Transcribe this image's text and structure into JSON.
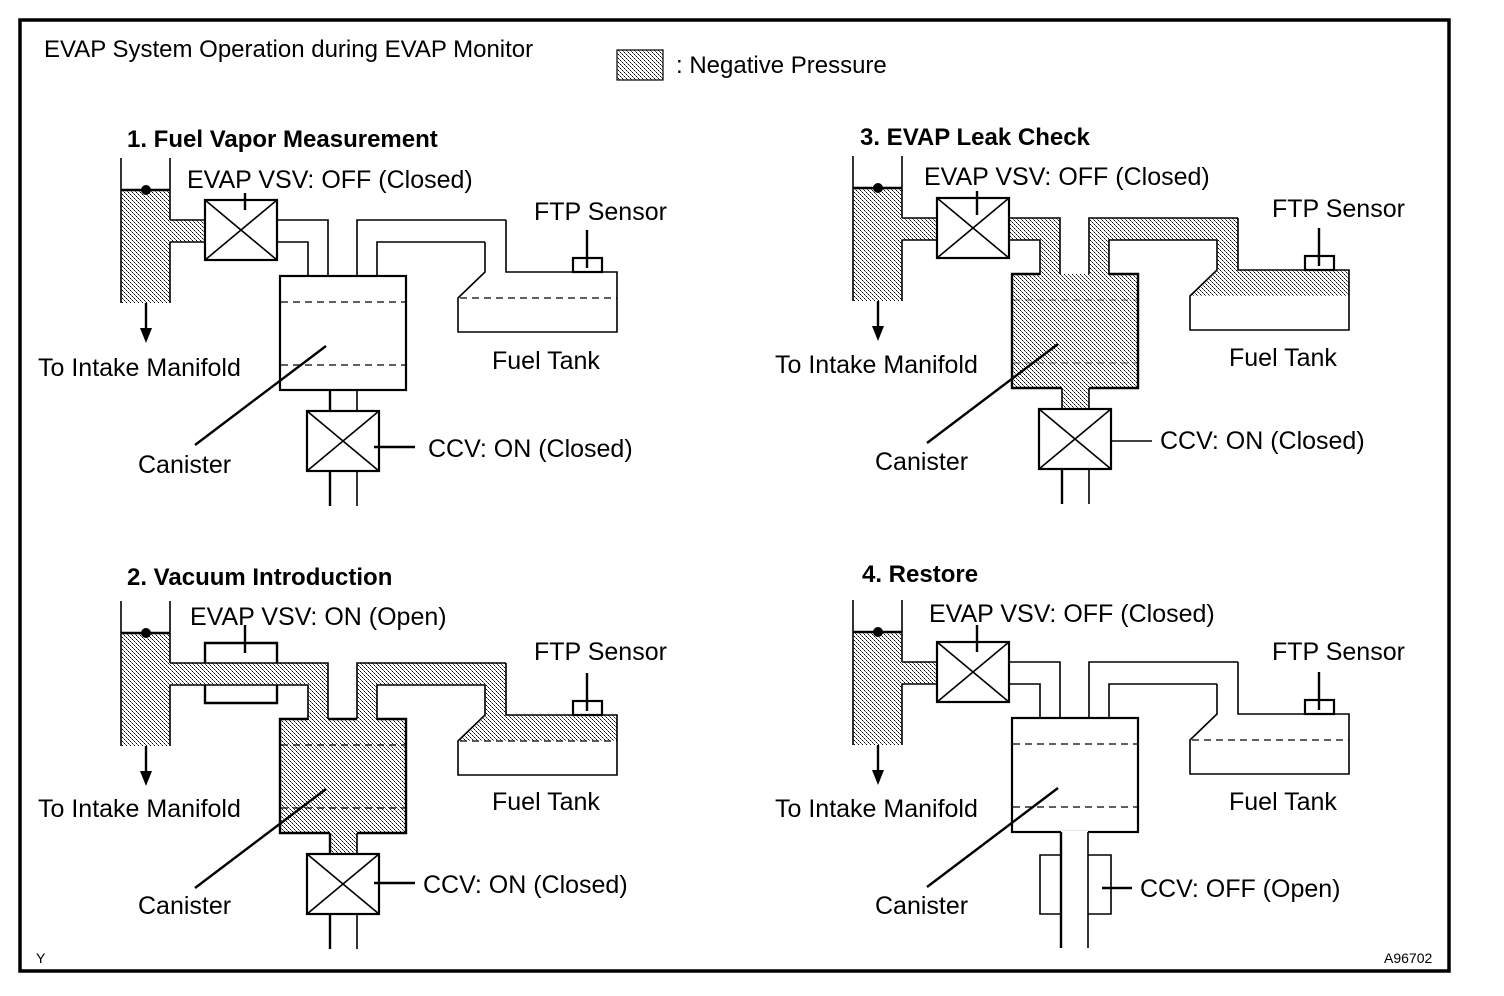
{
  "header": {
    "title": "EVAP System Operation during EVAP Monitor",
    "legend_label": ": Negative Pressure"
  },
  "panels": [
    {
      "title": "1. Fuel Vapor Measurement",
      "vsv_label": "EVAP VSV: OFF (Closed)",
      "vsv_state": "closed",
      "ftp_label": "FTP Sensor",
      "manifold_label": "To Intake Manifold",
      "fuel_tank_label": "Fuel Tank",
      "canister_label": "Canister",
      "ccv_label": "CCV: ON (Closed)",
      "ccv_state": "closed",
      "negative_pressure_regions": [
        "intake manifold",
        "manifold-to-VSV pipe"
      ]
    },
    {
      "title": "2. Vacuum Introduction",
      "vsv_label": "EVAP VSV: ON (Open)",
      "vsv_state": "open",
      "ftp_label": "FTP Sensor",
      "manifold_label": "To Intake Manifold",
      "fuel_tank_label": "Fuel Tank",
      "canister_label": "Canister",
      "ccv_label": "CCV: ON (Closed)",
      "ccv_state": "closed",
      "negative_pressure_regions": [
        "intake manifold",
        "VSV pipe",
        "canister",
        "tank pipe",
        "fuel tank vapor space",
        "canister-to-CCV pipe"
      ]
    },
    {
      "title": "3. EVAP Leak Check",
      "vsv_label": "EVAP VSV: OFF (Closed)",
      "vsv_state": "closed",
      "ftp_label": "FTP Sensor",
      "manifold_label": "To Intake Manifold",
      "fuel_tank_label": "Fuel Tank",
      "canister_label": "Canister",
      "ccv_label": "CCV: ON (Closed)",
      "ccv_state": "closed",
      "negative_pressure_regions": [
        "intake manifold",
        "manifold-to-VSV pipe",
        "VSV-to-canister pipe",
        "canister",
        "tank pipe",
        "fuel tank vapor space",
        "canister-to-CCV pipe"
      ]
    },
    {
      "title": "4. Restore",
      "vsv_label": "EVAP VSV: OFF (Closed)",
      "vsv_state": "closed",
      "ftp_label": "FTP Sensor",
      "manifold_label": "To Intake Manifold",
      "fuel_tank_label": "Fuel Tank",
      "canister_label": "Canister",
      "ccv_label": "CCV: OFF (Open)",
      "ccv_state": "open",
      "negative_pressure_regions": [
        "intake manifold",
        "manifold-to-VSV pipe"
      ]
    }
  ],
  "footer": {
    "left_code": "Y",
    "figure_id": "A96702"
  }
}
